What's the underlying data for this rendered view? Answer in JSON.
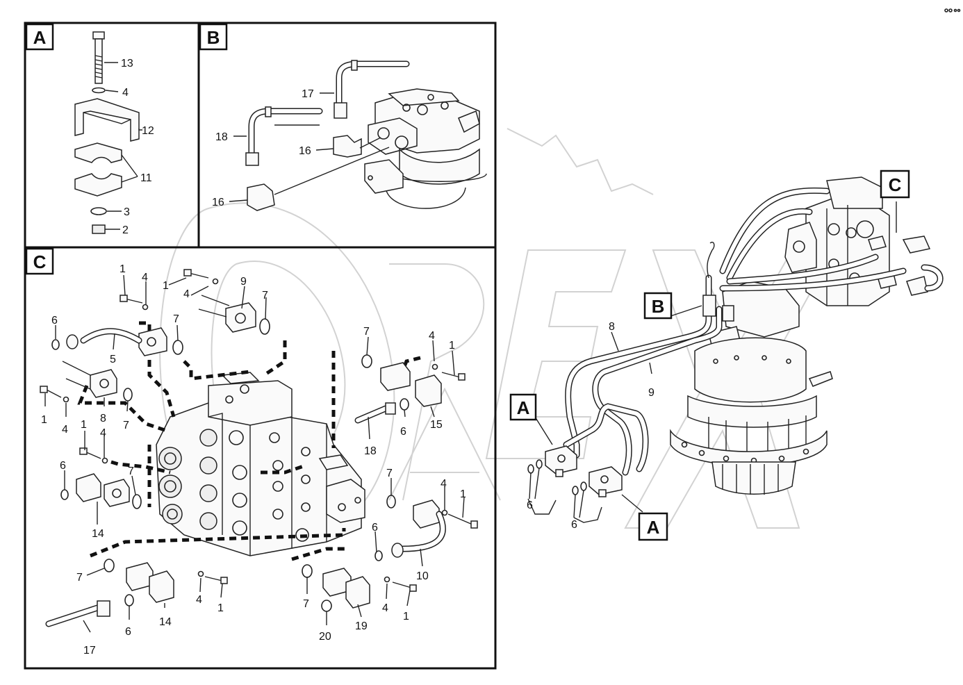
{
  "panels": {
    "a": {
      "tag": "A"
    },
    "b": {
      "tag": "B"
    },
    "c": {
      "tag": "C"
    }
  },
  "overview": {
    "callout_a_upper": "A",
    "callout_a_lower": "A",
    "callout_b": "B",
    "callout_c": "C"
  },
  "labels": {
    "a_13": "13",
    "a_4": "4",
    "a_12": "12",
    "a_11": "11",
    "a_3": "3",
    "a_2": "2",
    "b_17": "17",
    "b_18": "18",
    "b_16_upper": "16",
    "b_16_lower": "16",
    "c_1_a": "1",
    "c_4_a": "4",
    "c_1_b": "1",
    "c_4_b": "4",
    "c_9": "9",
    "c_7_a": "7",
    "c_6_a": "6",
    "c_5": "5",
    "c_7_b": "7",
    "c_7_c": "7",
    "c_4_c": "4",
    "c_1_c": "1",
    "c_1_d": "1",
    "c_4_d": "4",
    "c_8": "8",
    "c_7_d": "7",
    "c_6_b": "6",
    "c_15": "15",
    "c_18": "18",
    "c_1_e": "1",
    "c_4_e": "4",
    "c_6_c": "6",
    "c_7_e": "7",
    "c_14_a": "14",
    "c_7_f": "7",
    "c_4_f": "4",
    "c_1_f": "1",
    "c_6_d": "6",
    "c_10": "10",
    "c_7_g": "7",
    "c_4_g": "4",
    "c_1_g": "1",
    "c_14_b": "14",
    "c_6_e": "6",
    "c_17": "17",
    "c_7_h": "7",
    "c_4_h": "4",
    "c_1_h": "1",
    "c_19": "19",
    "c_20": "20",
    "o_8": "8",
    "o_9": "9",
    "o_6_a": "6",
    "o_6_b": "6"
  }
}
